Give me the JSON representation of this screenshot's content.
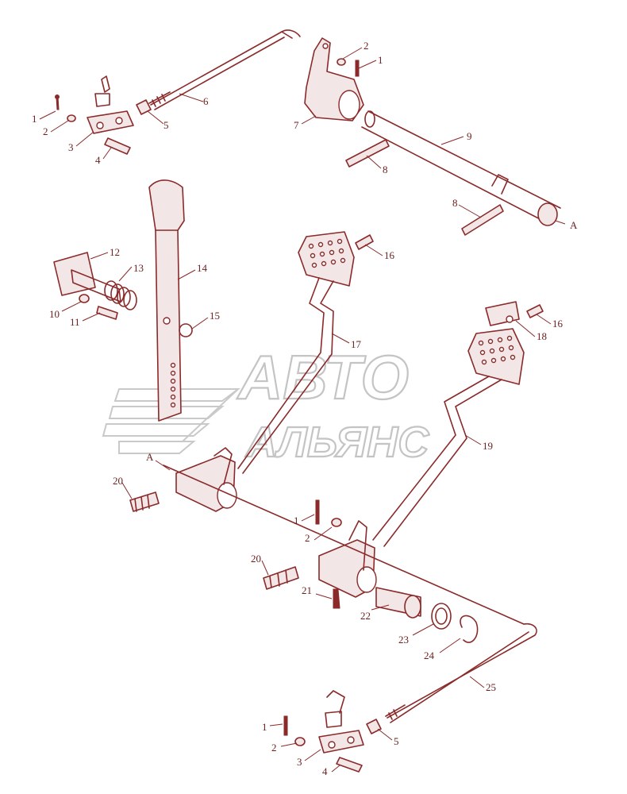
{
  "watermark": {
    "line1": "АВТО",
    "line2": "АЛЬЯНС"
  },
  "section_marks": {
    "top_right": "A",
    "left_shaft": "A"
  },
  "callouts": [
    {
      "id": "c1a",
      "text": "1"
    },
    {
      "id": "c2a",
      "text": "2"
    },
    {
      "id": "c3a",
      "text": "3"
    },
    {
      "id": "c4a",
      "text": "4"
    },
    {
      "id": "c5a",
      "text": "5"
    },
    {
      "id": "c6",
      "text": "6"
    },
    {
      "id": "c2b",
      "text": "2"
    },
    {
      "id": "c1b",
      "text": "1"
    },
    {
      "id": "c7",
      "text": "7"
    },
    {
      "id": "c9",
      "text": "9"
    },
    {
      "id": "c8a",
      "text": "8"
    },
    {
      "id": "c8b",
      "text": "8"
    },
    {
      "id": "c12",
      "text": "12"
    },
    {
      "id": "c13",
      "text": "13"
    },
    {
      "id": "c14",
      "text": "14"
    },
    {
      "id": "c10",
      "text": "10"
    },
    {
      "id": "c11",
      "text": "11"
    },
    {
      "id": "c15",
      "text": "15"
    },
    {
      "id": "c16a",
      "text": "16"
    },
    {
      "id": "c17",
      "text": "17"
    },
    {
      "id": "c16b",
      "text": "16"
    },
    {
      "id": "c18",
      "text": "18"
    },
    {
      "id": "c19",
      "text": "19"
    },
    {
      "id": "c20a",
      "text": "20"
    },
    {
      "id": "c1c",
      "text": "1"
    },
    {
      "id": "c2c",
      "text": "2"
    },
    {
      "id": "c20b",
      "text": "20"
    },
    {
      "id": "c21",
      "text": "21"
    },
    {
      "id": "c22",
      "text": "22"
    },
    {
      "id": "c23",
      "text": "23"
    },
    {
      "id": "c24",
      "text": "24"
    },
    {
      "id": "c25",
      "text": "25"
    },
    {
      "id": "c1d",
      "text": "1"
    },
    {
      "id": "c2d",
      "text": "2"
    },
    {
      "id": "c3d",
      "text": "3"
    },
    {
      "id": "c4d",
      "text": "4"
    },
    {
      "id": "c5d",
      "text": "5"
    }
  ]
}
